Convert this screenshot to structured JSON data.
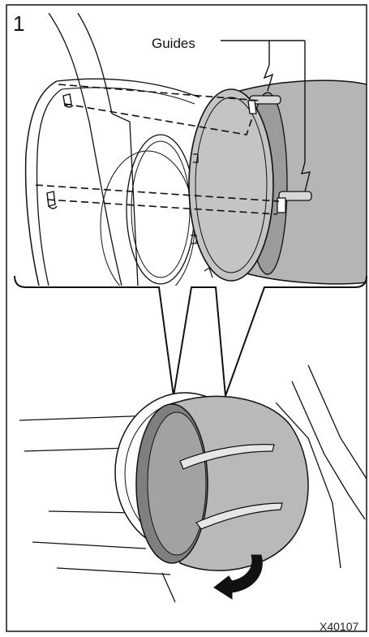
{
  "step": {
    "number": "1"
  },
  "callouts": {
    "guides": "Guides"
  },
  "figure": {
    "code": "X40107"
  },
  "colors": {
    "line": "#111111",
    "part_gray": "#b7b7b7",
    "part_dark": "#8a8a8a",
    "background": "#ffffff"
  }
}
